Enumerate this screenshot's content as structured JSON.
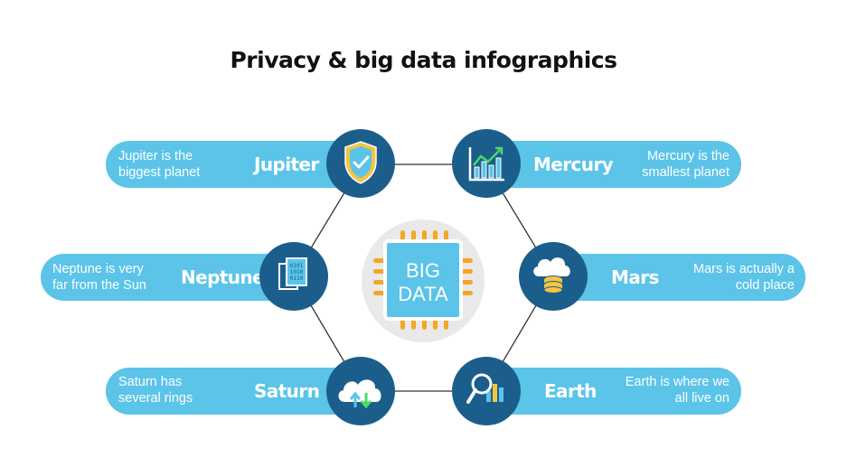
{
  "title": "Privacy & big data infographics",
  "center": {
    "line1": "BIG",
    "line2": "DATA",
    "icon": "microchip-icon"
  },
  "items": [
    {
      "name": "Jupiter",
      "desc1": "Jupiter is the",
      "desc2": "biggest planet",
      "icon": "shield-check-icon"
    },
    {
      "name": "Mercury",
      "desc1": "Mercury is the",
      "desc2": "smallest planet",
      "icon": "growth-chart-icon"
    },
    {
      "name": "Neptune",
      "desc1": "Neptune is very",
      "desc2": "far from the Sun",
      "icon": "binary-documents-icon"
    },
    {
      "name": "Mars",
      "desc1": "Mars is actually a",
      "desc2": "cold place",
      "icon": "cloud-database-icon"
    },
    {
      "name": "Saturn",
      "desc1": "Saturn has",
      "desc2": "several rings",
      "icon": "cloud-sync-icon"
    },
    {
      "name": "Earth",
      "desc1": "Earth is where we",
      "desc2": "all live on",
      "icon": "magnifier-chart-icon"
    }
  ],
  "colors": {
    "pill": "#5bc4e8",
    "node": "#1b5e8c",
    "chip": "#5bc4e8",
    "pins": "#f5a623",
    "hub": "#e9e9e9",
    "title": "#111111"
  }
}
